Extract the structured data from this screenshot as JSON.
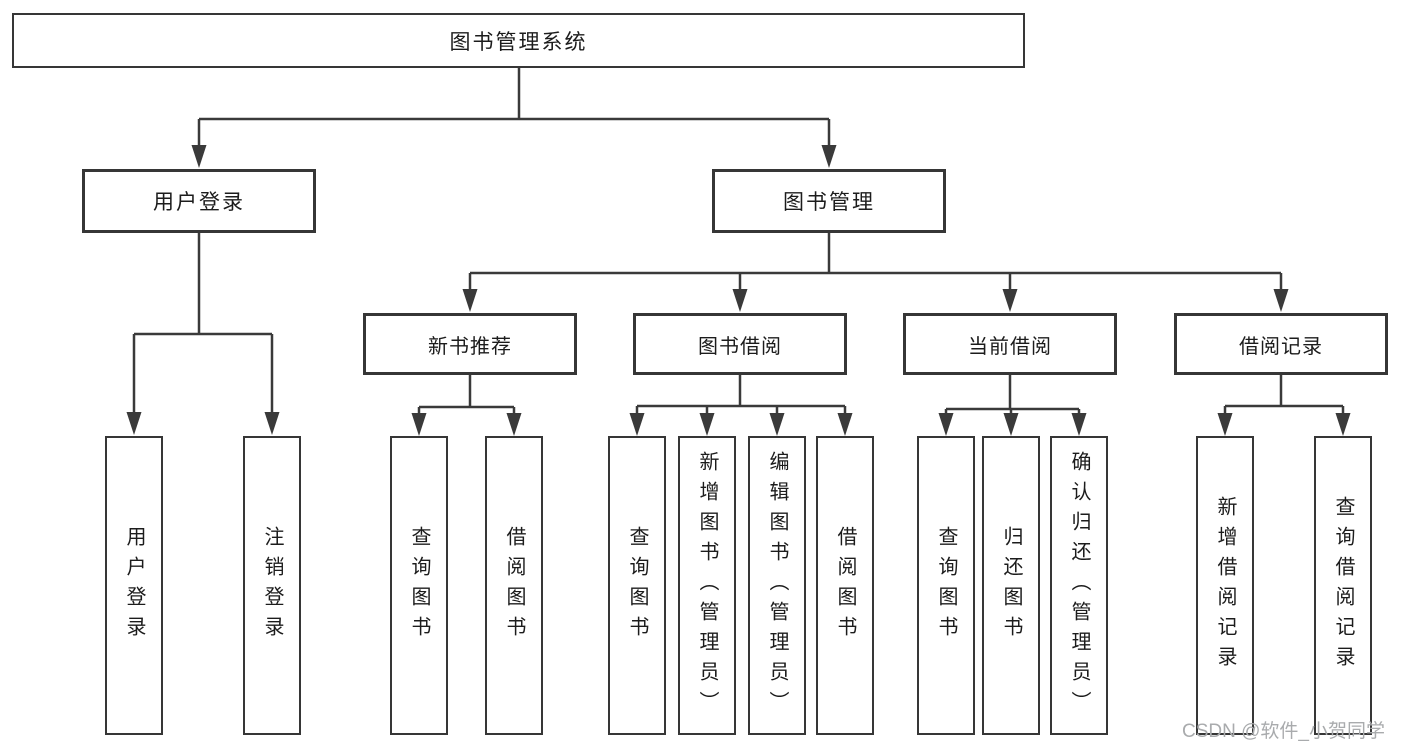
{
  "diagram": {
    "type": "hierarchy-tree",
    "root": {
      "label": "图书管理系统",
      "children": [
        {
          "label": "用户登录",
          "children": [
            {
              "label": "用户登录"
            },
            {
              "label": "注销登录"
            }
          ]
        },
        {
          "label": "图书管理",
          "children": [
            {
              "label": "新书推荐",
              "children": [
                {
                  "label": "查询图书"
                },
                {
                  "label": "借阅图书"
                }
              ]
            },
            {
              "label": "图书借阅",
              "children": [
                {
                  "label": "查询图书"
                },
                {
                  "label": "新增图书（管理员）"
                },
                {
                  "label": "编辑图书（管理员）"
                },
                {
                  "label": "借阅图书"
                }
              ]
            },
            {
              "label": "当前借阅",
              "children": [
                {
                  "label": "查询图书"
                },
                {
                  "label": "归还图书"
                },
                {
                  "label": "确认归还（管理员）"
                }
              ]
            },
            {
              "label": "借阅记录",
              "children": [
                {
                  "label": "新增借阅记录"
                },
                {
                  "label": "查询借阅记录"
                }
              ]
            }
          ]
        }
      ]
    }
  },
  "watermark": {
    "text": "CSDN @软件_小贺同学"
  },
  "colors": {
    "line": "#3a3a3a",
    "box_border": "#363636",
    "text": "#1c1c1c",
    "watermark": "#a9abad",
    "background": "#ffffff"
  }
}
